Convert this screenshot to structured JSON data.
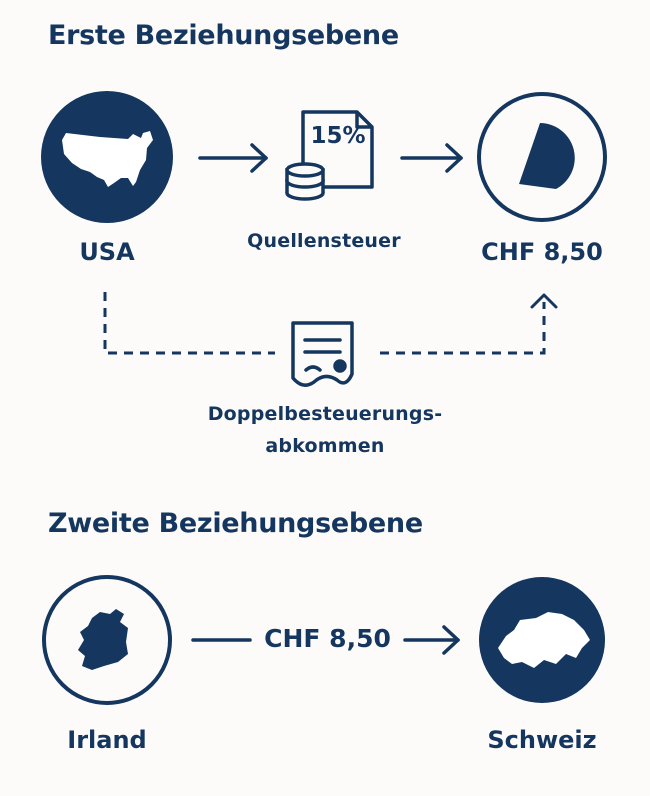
{
  "colors": {
    "navy": "#14365f",
    "background": "#fcfbf9"
  },
  "section1": {
    "heading": "Erste Beziehungsebene",
    "source_label": "USA",
    "source_icon": "usa-map-icon",
    "tax_badge": "15%",
    "tax_label": "Quellensteuer",
    "target_label": "CHF 8,50",
    "target_icon": "pie-slice-icon",
    "treaty_label_line1": "Doppelbesteuerungs-",
    "treaty_label_line2": "abkommen",
    "treaty_icon": "document-seal-icon"
  },
  "section2": {
    "heading": "Zweite Beziehungsebene",
    "source_label": "Irland",
    "source_icon": "ireland-map-icon",
    "flow_label": "CHF 8,50",
    "target_label": "Schweiz",
    "target_icon": "switzerland-map-icon"
  }
}
